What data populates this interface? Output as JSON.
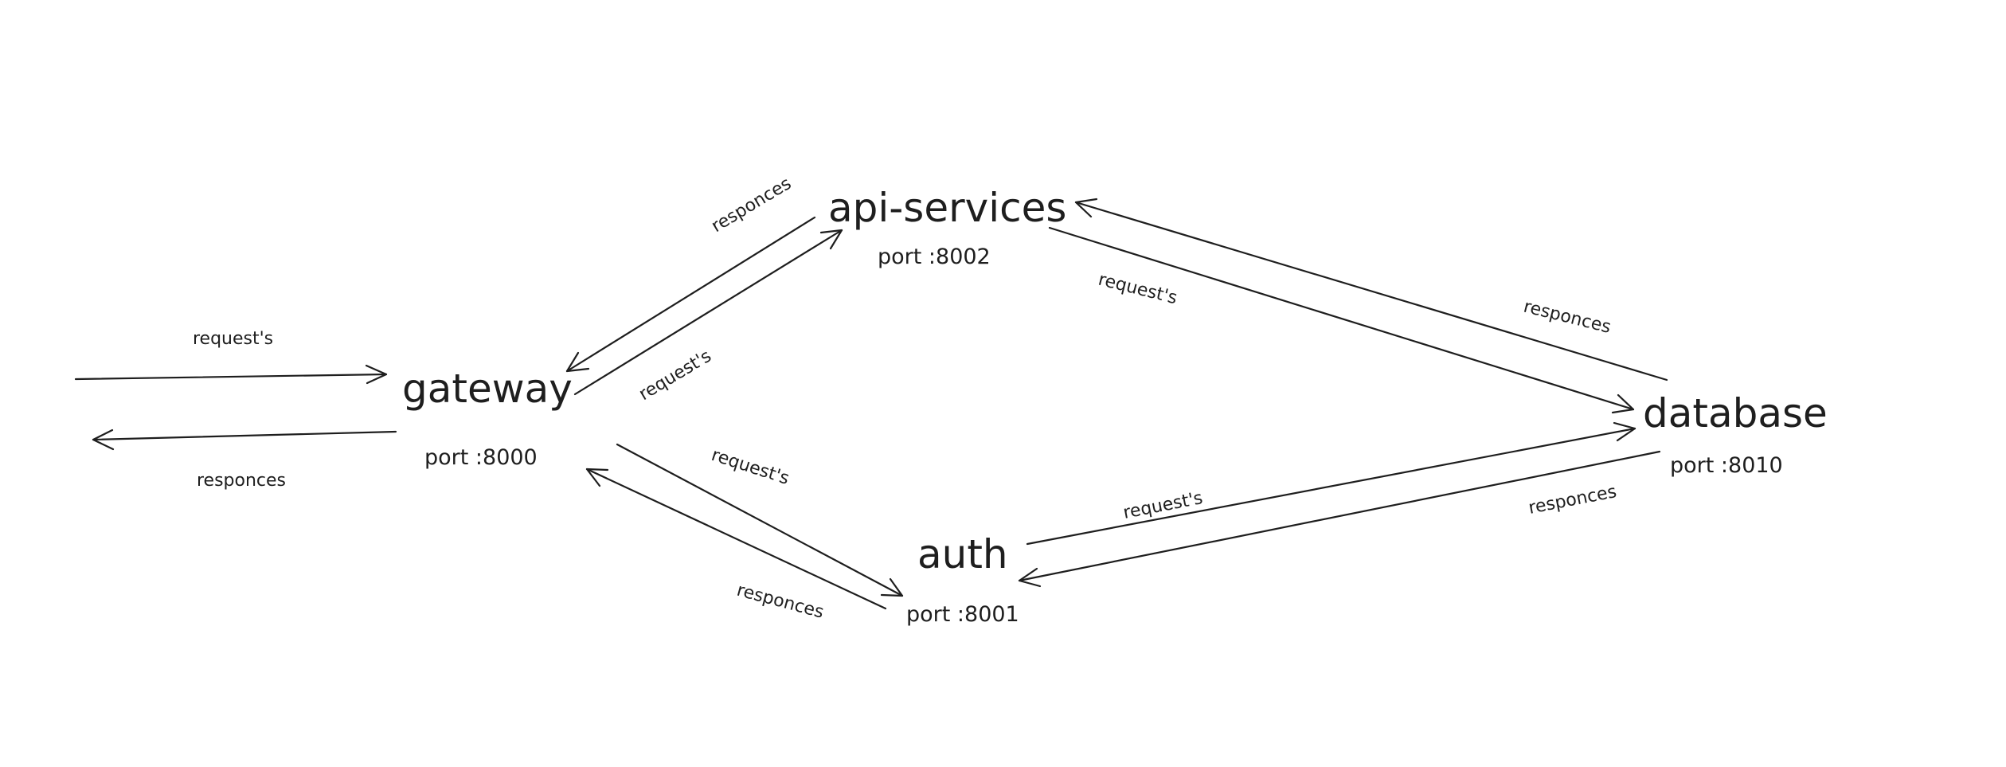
{
  "nodes": {
    "gateway": {
      "title": "gateway",
      "port": "port :8000"
    },
    "api_services": {
      "title": "api-services",
      "port": "port :8002"
    },
    "auth": {
      "title": "auth",
      "port": "port :8001"
    },
    "database": {
      "title": "database",
      "port": "port :8010"
    }
  },
  "edges": {
    "client_to_gateway": "request's",
    "gateway_to_client": "responces",
    "gateway_to_api": "request's",
    "api_to_gateway": "responces",
    "gateway_to_auth": "request's",
    "auth_to_gateway": "responces",
    "api_to_database": "request's",
    "database_to_api": "responces",
    "auth_to_database": "request's",
    "database_to_auth": "responces"
  }
}
